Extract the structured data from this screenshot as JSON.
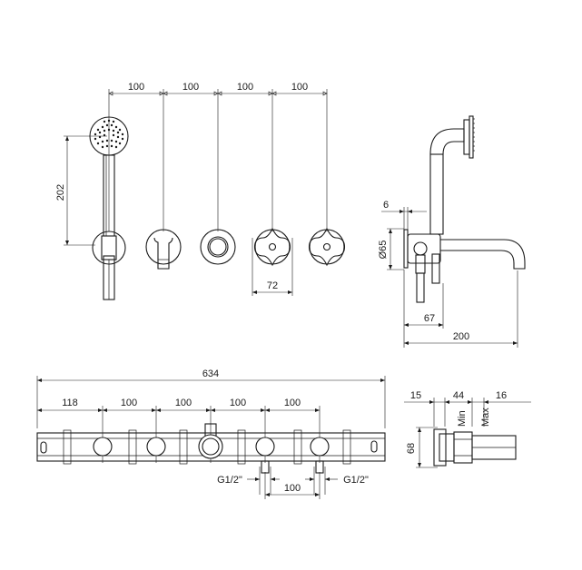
{
  "front_view": {
    "spacing_labels": [
      "100",
      "100",
      "100",
      "100"
    ],
    "height_label": "202",
    "handle_width_label": "72"
  },
  "side_view": {
    "wall_gap_label": "6",
    "diameter_label": "Ø65",
    "depth_label": "67",
    "projection_label": "200"
  },
  "plan_view": {
    "total_label": "634",
    "spacing_labels": [
      "118",
      "100",
      "100",
      "100",
      "100"
    ],
    "thread_left": "G1/2\"",
    "thread_right": "G1/2\"",
    "inlet_spacing_label": "100"
  },
  "section_view": {
    "top_labels": [
      "15",
      "44",
      "16"
    ],
    "min_label": "Min",
    "max_label": "Max",
    "height_label": "68"
  }
}
